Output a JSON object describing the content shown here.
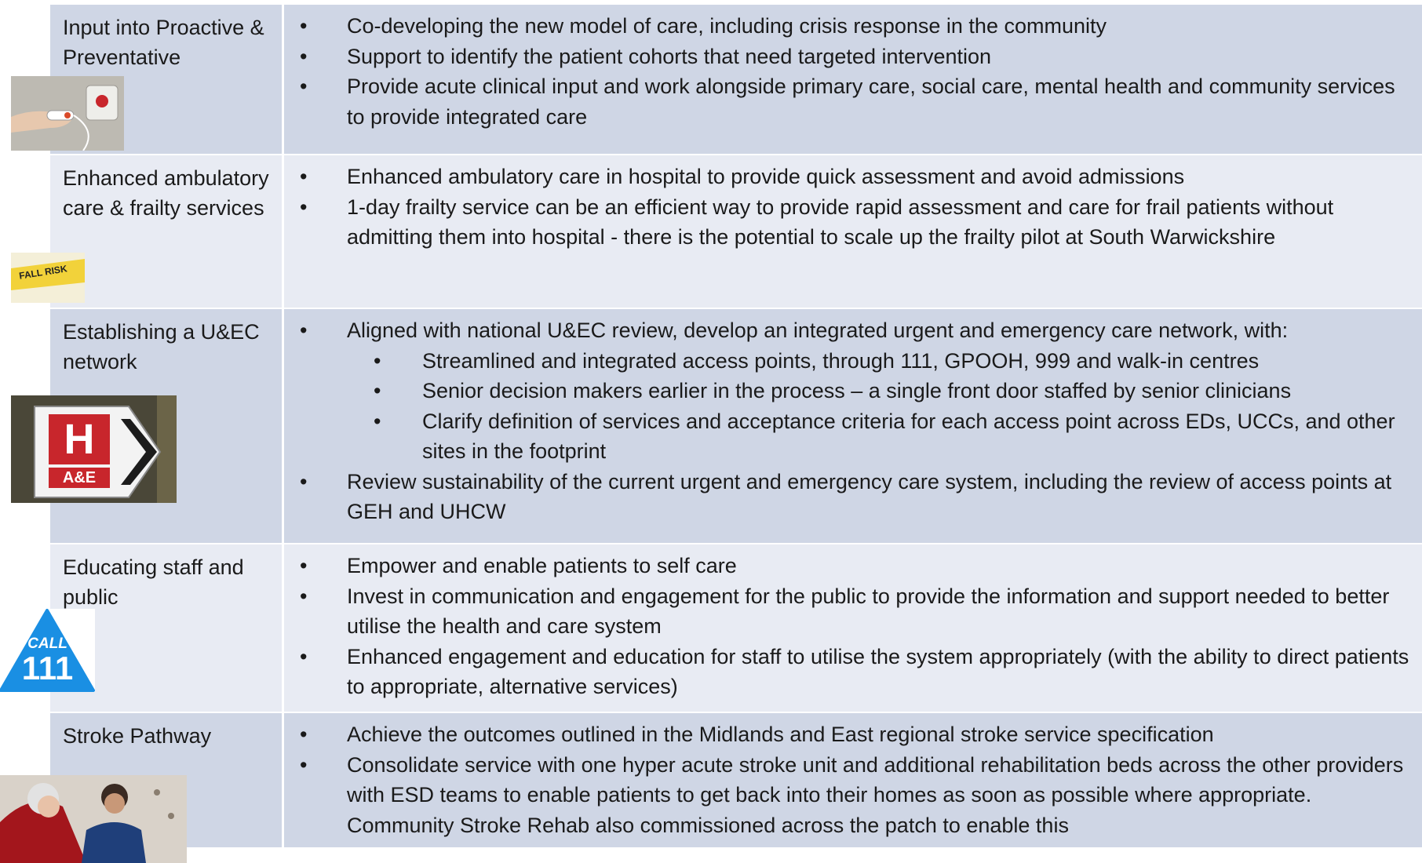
{
  "rows": [
    {
      "title": "Input into Proactive & Preventative",
      "bullets": [
        "Co-developing the new model of care, including crisis response in the community",
        "Support to identify the patient cohorts that need targeted intervention",
        "Provide acute clinical input and work alongside primary care, social care, mental health and community services to provide integrated care"
      ]
    },
    {
      "title": "Enhanced ambulatory care & frailty services",
      "bullets": [
        "Enhanced ambulatory care in hospital to provide quick assessment and avoid admissions",
        "1-day frailty service can be an efficient way to provide rapid assessment and care for frail patients without admitting them into hospital - there is the potential to scale up the frailty pilot at South Warwickshire"
      ]
    },
    {
      "title": "Establishing a U&EC network",
      "bullets": [
        "Aligned with national U&EC review, develop an integrated urgent and emergency care network, with:",
        "Review sustainability of the current urgent and emergency care system, including the review of access points at GEH and UHCW"
      ],
      "sub_bullets": [
        "Streamlined and integrated access points, through 111, GPOOH, 999 and walk-in centres",
        "Senior decision makers earlier in the process – a single front door staffed by senior clinicians",
        "Clarify definition of services and acceptance criteria for each access point across EDs, UCCs, and other sites in the footprint"
      ]
    },
    {
      "title": "Educating staff and public",
      "bullets": [
        "Empower and enable patients to self care",
        "Invest in communication and engagement for the public to provide the information and support needed to better utilise the health and care system",
        "Enhanced engagement and education for staff to utilise the system appropriately (with the ability to direct patients to appropriate, alternative services)"
      ]
    },
    {
      "title": "Stroke Pathway",
      "bullets": [
        "Achieve the outcomes outlined in the Midlands and East regional stroke service specification",
        "Consolidate service with one hyper acute stroke unit and additional rehabilitation beds across the other providers with ESD teams to enable patients to get back into their homes as soon as possible where appropriate.  Community Stroke Rehab also commissioned across the patch to enable this"
      ]
    }
  ],
  "images": {
    "fall_tape_text": "FALL RISK",
    "hospital_sign_letter": "H",
    "hospital_sign_text": "A&E",
    "call111_top": "CALL",
    "call111_number": "111"
  },
  "colors": {
    "row_dark": "#cfd6e5",
    "row_light": "#e8ebf3",
    "nhs_blue": "#1a8fe3",
    "sign_red": "#c8262c"
  }
}
